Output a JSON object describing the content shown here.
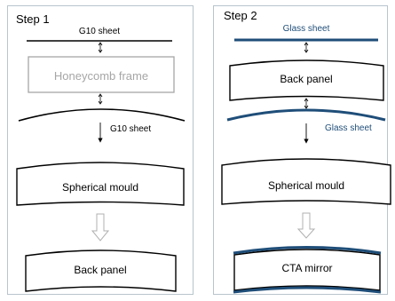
{
  "step1": {
    "title": "Step 1",
    "g10_top": "G10 sheet",
    "honeycomb": "Honeycomb frame",
    "g10_bottom": "G10 sheet",
    "mould": "Spherical mould",
    "result": "Back panel"
  },
  "step2": {
    "title": "Step 2",
    "glass_top": "Glass sheet",
    "back_panel": "Back panel",
    "glass_bottom": "Glass sheet",
    "mould": "Spherical mould",
    "result": "CTA mirror"
  },
  "colors": {
    "ink": "#000000",
    "glass": "#1f4e79",
    "honeycomb": "#a6a6a6",
    "border": "#b8c4cc",
    "hollow_arrow": "#b0b0b0"
  }
}
